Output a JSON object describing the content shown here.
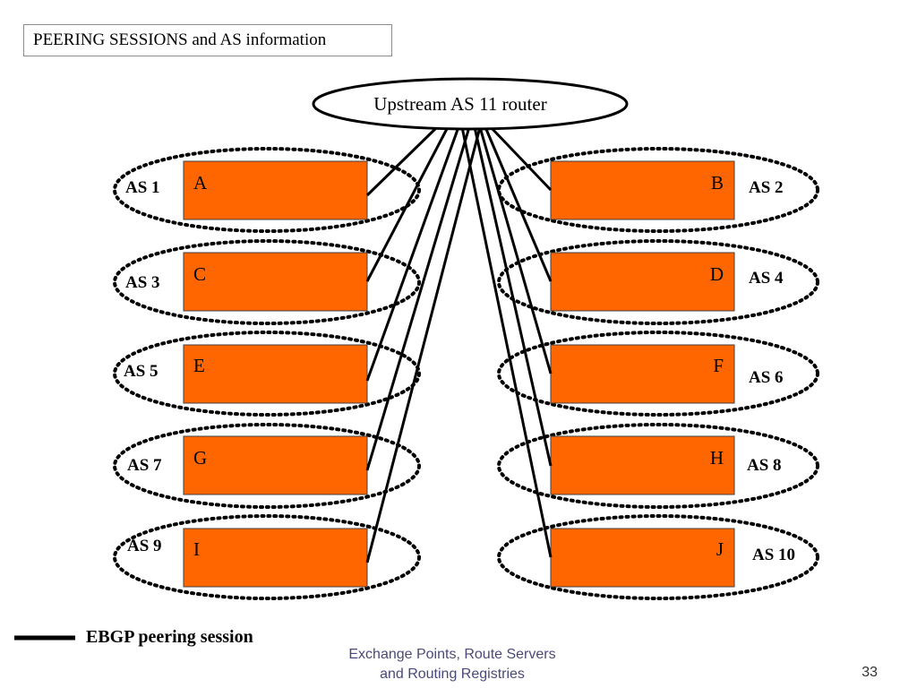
{
  "slide": {
    "title": "PEERING SESSIONS and AS information",
    "router_label": "Upstream AS 11 router",
    "legend_label": "EBGP peering session",
    "footer_line1": "Exchange Points, Route Servers",
    "footer_line2": "and Routing Registries",
    "page_number": "33"
  },
  "colors": {
    "box_fill": "#ff6600",
    "line": "#000000",
    "background": "#ffffff"
  },
  "nodes": [
    {
      "id": "A",
      "letter": "A",
      "as": "AS 1"
    },
    {
      "id": "B",
      "letter": "B",
      "as": "AS 2"
    },
    {
      "id": "C",
      "letter": "C",
      "as": "AS 3"
    },
    {
      "id": "D",
      "letter": "D",
      "as": "AS 4"
    },
    {
      "id": "E",
      "letter": "E",
      "as": "AS 5"
    },
    {
      "id": "F",
      "letter": "F",
      "as": "AS 6"
    },
    {
      "id": "G",
      "letter": "G",
      "as": "AS 7"
    },
    {
      "id": "H",
      "letter": "H",
      "as": "AS 8"
    },
    {
      "id": "I",
      "letter": "I",
      "as": "AS 9"
    },
    {
      "id": "J",
      "letter": "J",
      "as": "AS 10"
    }
  ],
  "edges": [
    {
      "from": "upstream",
      "to": "A"
    },
    {
      "from": "upstream",
      "to": "B"
    },
    {
      "from": "upstream",
      "to": "C"
    },
    {
      "from": "upstream",
      "to": "D"
    },
    {
      "from": "upstream",
      "to": "E"
    },
    {
      "from": "upstream",
      "to": "F"
    },
    {
      "from": "upstream",
      "to": "G"
    },
    {
      "from": "upstream",
      "to": "H"
    },
    {
      "from": "upstream",
      "to": "I"
    },
    {
      "from": "upstream",
      "to": "J"
    }
  ]
}
